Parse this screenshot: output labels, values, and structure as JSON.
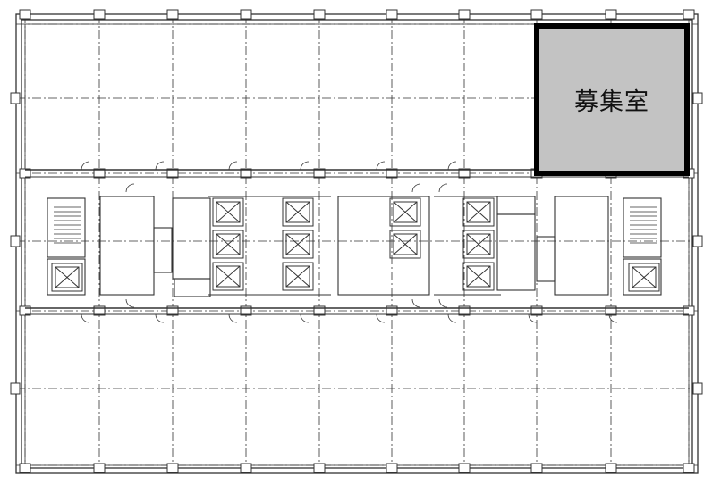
{
  "floor_plan": {
    "vacancy_label": "募集室",
    "colors": {
      "line": "#333333",
      "vacancy_fill": "#c3c3c3",
      "vacancy_border": "#000000"
    },
    "elevator_banks": [
      {
        "name": "left-low-rise",
        "cars": 3
      },
      {
        "name": "center-left",
        "cars": 3
      },
      {
        "name": "center-right",
        "cars": 2
      },
      {
        "name": "right",
        "cars": 3
      }
    ]
  }
}
